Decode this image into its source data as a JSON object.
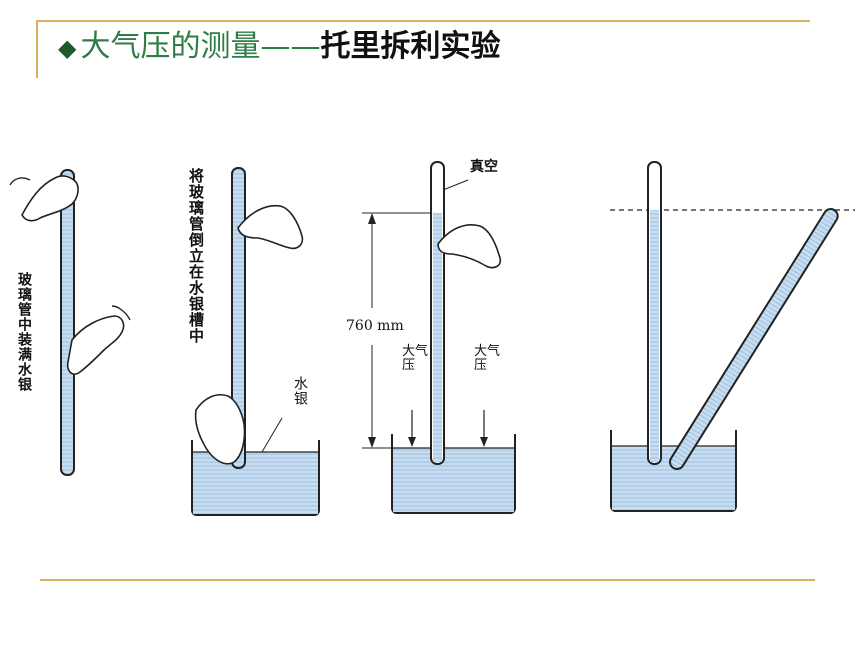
{
  "title": {
    "bullet": "◆",
    "main": "大气压的测量——",
    "sub": "托里拆利实验"
  },
  "labels": {
    "step1": "玻璃管中装满水银",
    "step2": "将玻璃管倒立在水银槽中",
    "mercury": "水银",
    "vacuum": "真空",
    "height": "760 mm",
    "atm_left": "大气压",
    "atm_right": "大气压"
  },
  "colors": {
    "accent_line": "#d8b25a",
    "title_green": "#2e7d44",
    "mercury_fill": "#b9d4ea"
  }
}
